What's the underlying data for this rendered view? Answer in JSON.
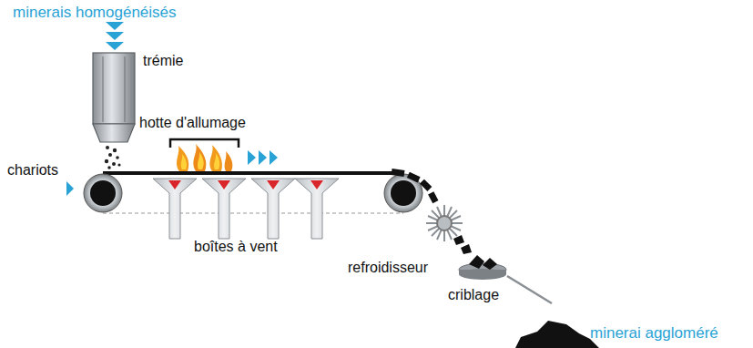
{
  "diagram": {
    "labels": [
      "minerais homogénéisés",
      "trémie",
      "hotte d'allumage",
      "chariots",
      "boîtes à vent",
      "refroidisseur",
      "criblage",
      "minerai aggloméré"
    ]
  }
}
